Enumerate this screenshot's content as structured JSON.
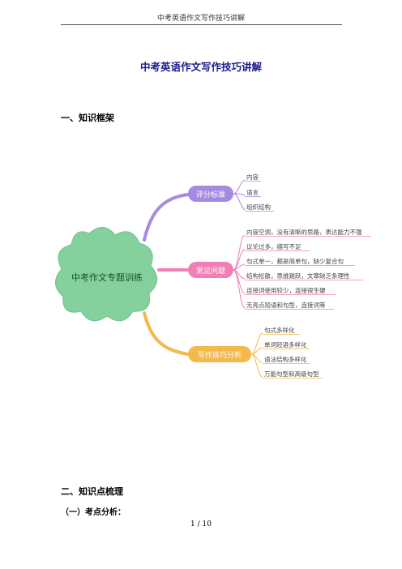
{
  "header": {
    "running_title": "中考英语作文写作技巧讲解"
  },
  "document": {
    "title": "中考英语作文写作技巧讲解",
    "section1": "一、知识框架",
    "section2": "二、知识点梳理",
    "subsection1": "（一）考点分析："
  },
  "mindmap": {
    "center": "中考作文专题训练",
    "branches": [
      {
        "label": "评分标准",
        "color": "#a58be0",
        "leaves": [
          "内容",
          "语言",
          "组织结构"
        ]
      },
      {
        "label": "常见问题",
        "color": "#f07fb8",
        "leaves": [
          "内容空洞，没有清晰的思路，表达能力不强",
          "议论过多，描写不足",
          "句式单一，都是简单句，缺少复合句",
          "结构松散，思维跳跃，文章缺乏条理性",
          "连接词使用较少，连接很生硬",
          "无亮点短语和句型，连接词等"
        ]
      },
      {
        "label": "写作技巧分析",
        "color": "#f3b94a",
        "leaves": [
          "句式多样化",
          "单词短语多样化",
          "语法结构多样化",
          "万能句型和高级句型"
        ]
      }
    ]
  },
  "footer": {
    "page_number": "1 / 10"
  }
}
